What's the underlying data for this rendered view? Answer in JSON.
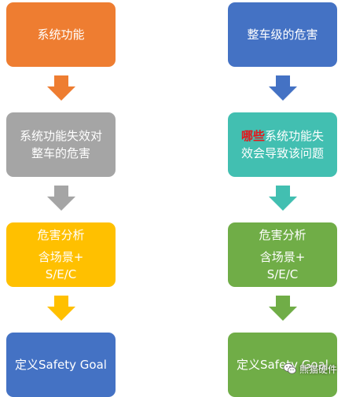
{
  "colors": {
    "orange": "#ee7d31",
    "blue": "#4472c4",
    "gray": "#a5a5a5",
    "teal": "#42bfb1",
    "gold": "#ffc000",
    "green": "#70ad47",
    "highlight": "#e5151b"
  },
  "left_column": {
    "box1": {
      "text": "系统功能"
    },
    "box2": {
      "line1": "系统功能失效对",
      "line2": "整车的危害"
    },
    "box3": {
      "line1": "危害分析",
      "line2": "含场景+",
      "line3": "S/E/C"
    },
    "box4": {
      "text": "定义Safety Goal"
    }
  },
  "right_column": {
    "box1": {
      "text": "整车级的危害"
    },
    "box2": {
      "highlight": "哪些",
      "line1_rest": "系统功能失",
      "line2": "效会导致该问题"
    },
    "box3": {
      "line1": "危害分析",
      "line2": "含场景+",
      "line3": "S/E/C"
    },
    "box4": {
      "text": "定义Safety Goal"
    }
  },
  "watermark": {
    "text": "熊猫硬件",
    "icon": "wechat-icon"
  }
}
